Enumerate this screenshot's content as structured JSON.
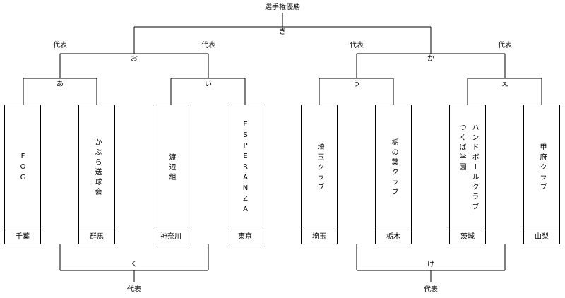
{
  "title": "選手権優勝",
  "match_labels": {
    "a": "あ",
    "i": "い",
    "u": "う",
    "e": "え",
    "o": "お",
    "ka": "か",
    "ki": "き",
    "ku": "く",
    "ke": "け"
  },
  "rep_label": "代表",
  "teams": [
    {
      "id": "fog",
      "name_cols": [
        "FOG"
      ],
      "pref": "千葉"
    },
    {
      "id": "kabura",
      "name_cols": [
        "かぶら送球会"
      ],
      "pref": "群馬"
    },
    {
      "id": "watanabe",
      "name_cols": [
        "渡辺組"
      ],
      "pref": "神奈川"
    },
    {
      "id": "esperanza",
      "name_cols": [
        "ESPERANZA"
      ],
      "pref": "東京"
    },
    {
      "id": "saitama",
      "name_cols": [
        "埼玉クラブ"
      ],
      "pref": "埼玉"
    },
    {
      "id": "tochinoha",
      "name_cols": [
        "栃の葉クラブ"
      ],
      "pref": "栃木"
    },
    {
      "id": "tsukuba",
      "name_cols": [
        "ハンドボールクラブ",
        "つくば学園"
      ],
      "pref": "茨城"
    },
    {
      "id": "kofu",
      "name_cols": [
        "甲府クラブ"
      ],
      "pref": "山梨"
    }
  ]
}
